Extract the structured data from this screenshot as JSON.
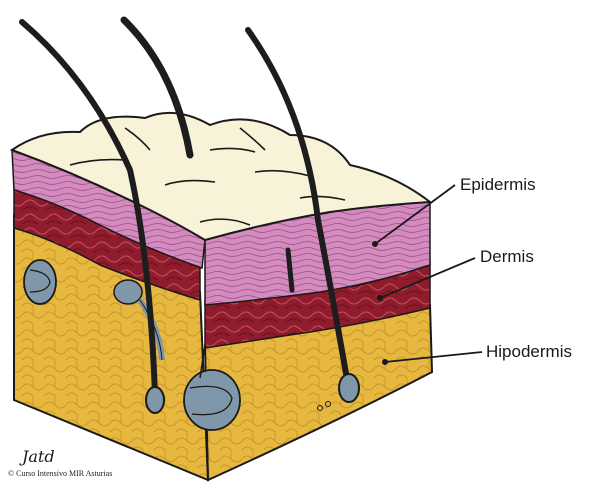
{
  "labels": {
    "epidermis": "Epidermis",
    "dermis": "Dermis",
    "hipodermis": "Hipodermis"
  },
  "credit": {
    "signature": "Jatd",
    "text": "© Curso Intensivo MIR Asturias"
  },
  "colors": {
    "surface": "#f7f2d8",
    "epidermis": "#d48cbf",
    "dermis": "#8e1c2c",
    "hipodermis": "#e6b840",
    "gland": "#7f97a8",
    "hair": "#1d1d1d",
    "outline": "#1a1a1a"
  }
}
